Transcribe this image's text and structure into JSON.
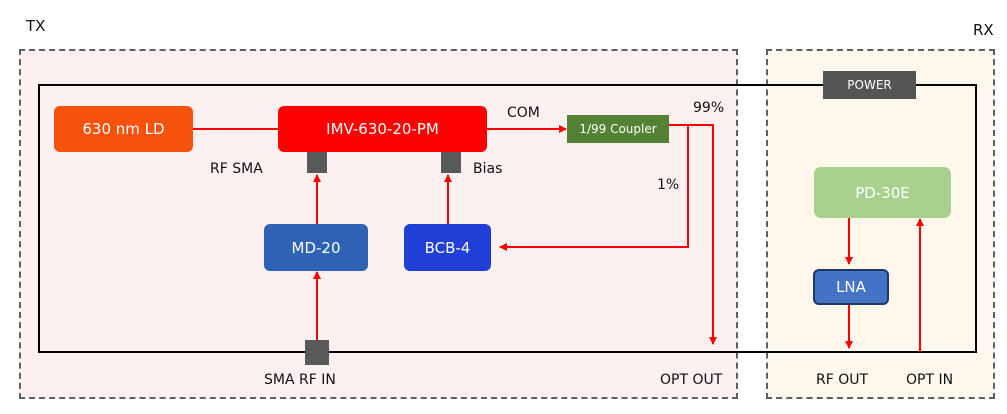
{
  "sections": {
    "tx": {
      "label": "TX"
    },
    "rx": {
      "label": "RX"
    }
  },
  "blocks": {
    "laser": {
      "label": "630 nm LD",
      "color": "#f5520c"
    },
    "modulator": {
      "label": "IMV-630-20-PM",
      "color": "#ff0000"
    },
    "coupler": {
      "label": "1/99 Coupler",
      "color": "#548235"
    },
    "driver": {
      "label": "MD-20",
      "color": "#2e62b5"
    },
    "bias_controller": {
      "label": "BCB-4",
      "color": "#1f3fd6"
    },
    "photodetector": {
      "label": "PD-30E",
      "color": "#a9d18e"
    },
    "amplifier": {
      "label": "LNA",
      "color": "#4472c4"
    },
    "power": {
      "label": "POWER",
      "color": "#555555"
    }
  },
  "labels": {
    "rf_sma": "RF SMA",
    "bias": "Bias",
    "com": "COM",
    "pct_99": "99%",
    "pct_1": "1%",
    "sma_rf_in": "SMA RF IN",
    "opt_out": "OPT OUT",
    "rf_out": "RF OUT",
    "opt_in": "OPT IN"
  },
  "colors": {
    "signal": "#ff0000",
    "tx_bg": "#fdf0f0",
    "rx_bg": "#fdf7ec",
    "frame": "#000000"
  }
}
